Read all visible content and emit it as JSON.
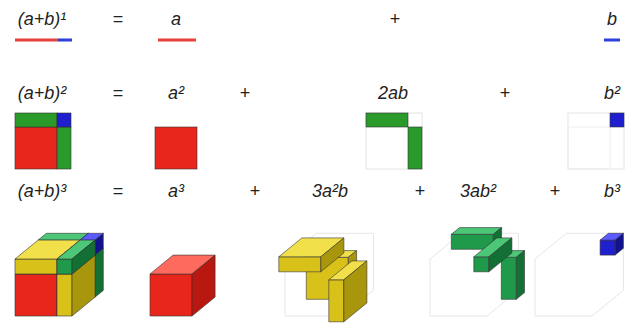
{
  "diagram": {
    "labels": [
      "(a+b)¹",
      "=",
      "a",
      "+",
      "b",
      "(a+b)²",
      "=",
      "a²",
      "+",
      "2ab",
      "+",
      "b²",
      "(a+b)³",
      "=",
      "a³",
      "+",
      "3a²b",
      "+",
      "3ab²",
      "+",
      "b³"
    ]
  }
}
